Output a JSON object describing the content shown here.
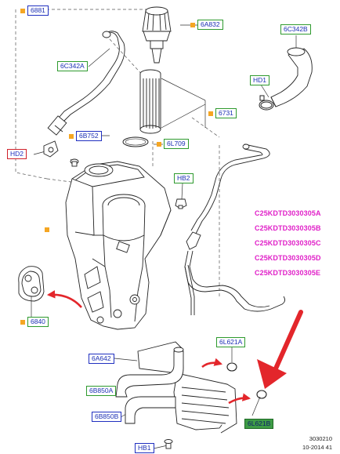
{
  "callouts": {
    "c6881": "6881",
    "c6A832": "6A832",
    "c6C342B": "6C342B",
    "c6C342A": "6C342A",
    "cHD1": "HD1",
    "c6731": "6731",
    "c6B752": "6B752",
    "c6L709": "6L709",
    "cHD2": "HD2",
    "cHB2": "HB2",
    "c6840": "6840",
    "c6A642": "6A642",
    "c6L621A": "6L621A",
    "c6B850A": "6B850A",
    "c6B850B": "6B850B",
    "c6L621B": "6L621B",
    "cHB1": "HB1"
  },
  "codes": [
    "C25KDTD3030305A",
    "C25KDTD3030305B",
    "C25KDTD3030305C",
    "C25KDTD3030305D",
    "C25KDTD3030305E"
  ],
  "footer": {
    "ref": "3030210",
    "date": "10-2014 41"
  },
  "colors": {
    "label_text": "#1b2fb4",
    "label_border_green": "#2e9a2e",
    "label_border_blue": "#2030c0",
    "label_border_red": "#d0202a",
    "orange_marker": "#f5a623",
    "variant_code": "#e020c8",
    "arrow_red": "#e3262b"
  }
}
